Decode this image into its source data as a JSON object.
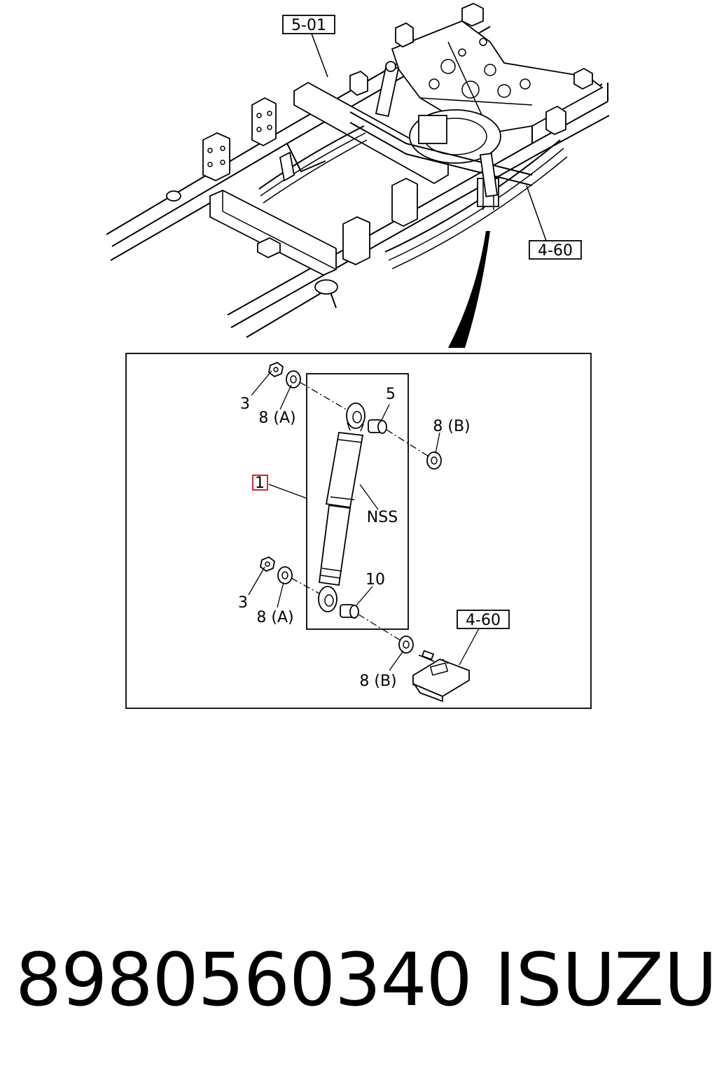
{
  "overview": {
    "ref_frame": "5-01",
    "ref_spring": "4-60"
  },
  "detail": {
    "callouts": {
      "nut_top": "3",
      "bushing_a_top": "8 (A)",
      "bushing_5": "5",
      "bushing_b_top": "8 (B)",
      "shock_absorber": "1",
      "nss_note": "NSS",
      "nut_bottom": "3",
      "bushing_a_bottom": "8 (A)",
      "bushing_10": "10",
      "bushing_b_bottom": "8 (B)"
    },
    "ref_bracket": "4-60"
  },
  "footer": {
    "part_number": "8980560340",
    "brand": "ISUZU"
  },
  "colors": {
    "line": "#000000",
    "highlight": "#d0121b",
    "background": "#ffffff"
  }
}
